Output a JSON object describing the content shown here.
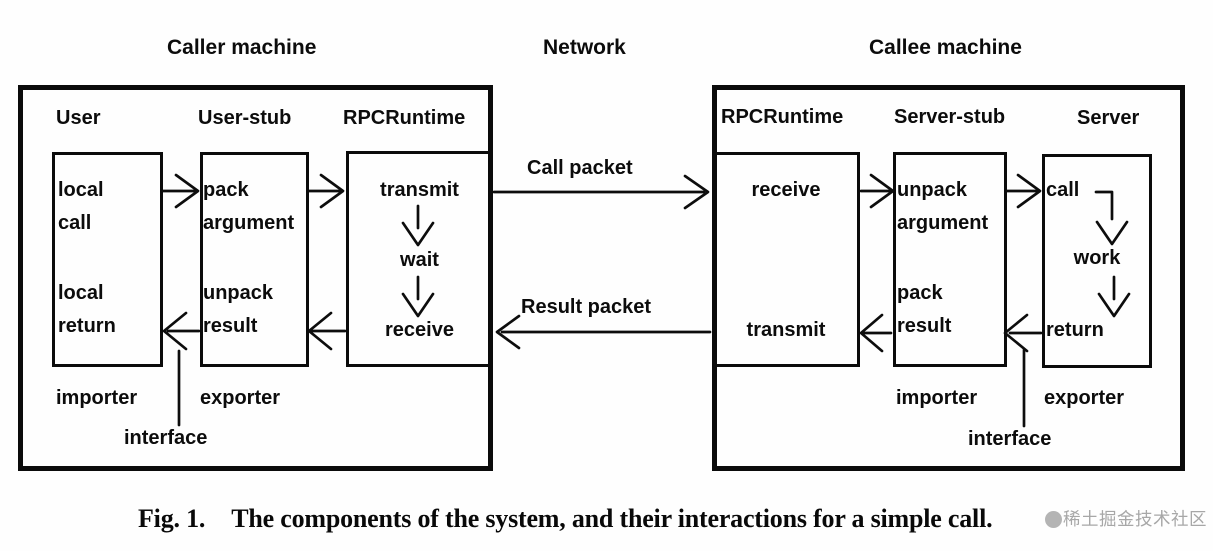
{
  "caller": {
    "machine_label": "Caller machine",
    "headers": [
      "User",
      "User-stub",
      "RPCRuntime"
    ],
    "user_box": {
      "call_lines": [
        "local",
        "call"
      ],
      "return_lines": [
        "local",
        "return"
      ]
    },
    "user_stub_box": {
      "pack_lines": [
        "pack",
        "argument"
      ],
      "unpack_lines": [
        "unpack",
        "result"
      ]
    },
    "rpcruntime_box": {
      "transmit": "transmit",
      "wait": "wait",
      "receive": "receive"
    },
    "importer_label": "importer",
    "exporter_label": "exporter",
    "interface_label": "interface"
  },
  "network": {
    "label": "Network",
    "call_packet_label": "Call packet",
    "result_packet_label": "Result packet"
  },
  "callee": {
    "machine_label": "Callee machine",
    "headers": [
      "RPCRuntime",
      "Server-stub",
      "Server"
    ],
    "rpcruntime_box": {
      "receive": "receive",
      "transmit": "transmit"
    },
    "server_stub_box": {
      "unpack_lines": [
        "unpack",
        "argument"
      ],
      "pack_lines": [
        "pack",
        "result"
      ]
    },
    "server_box": {
      "call": "call",
      "work": "work",
      "return": "return"
    },
    "importer_label": "importer",
    "exporter_label": "exporter",
    "interface_label": "interface"
  },
  "caption": {
    "figure_label": "Fig. 1.",
    "text": "The components of the system, and their interactions for a simple call."
  },
  "watermark": {
    "text": "稀土掘金技术社区"
  }
}
